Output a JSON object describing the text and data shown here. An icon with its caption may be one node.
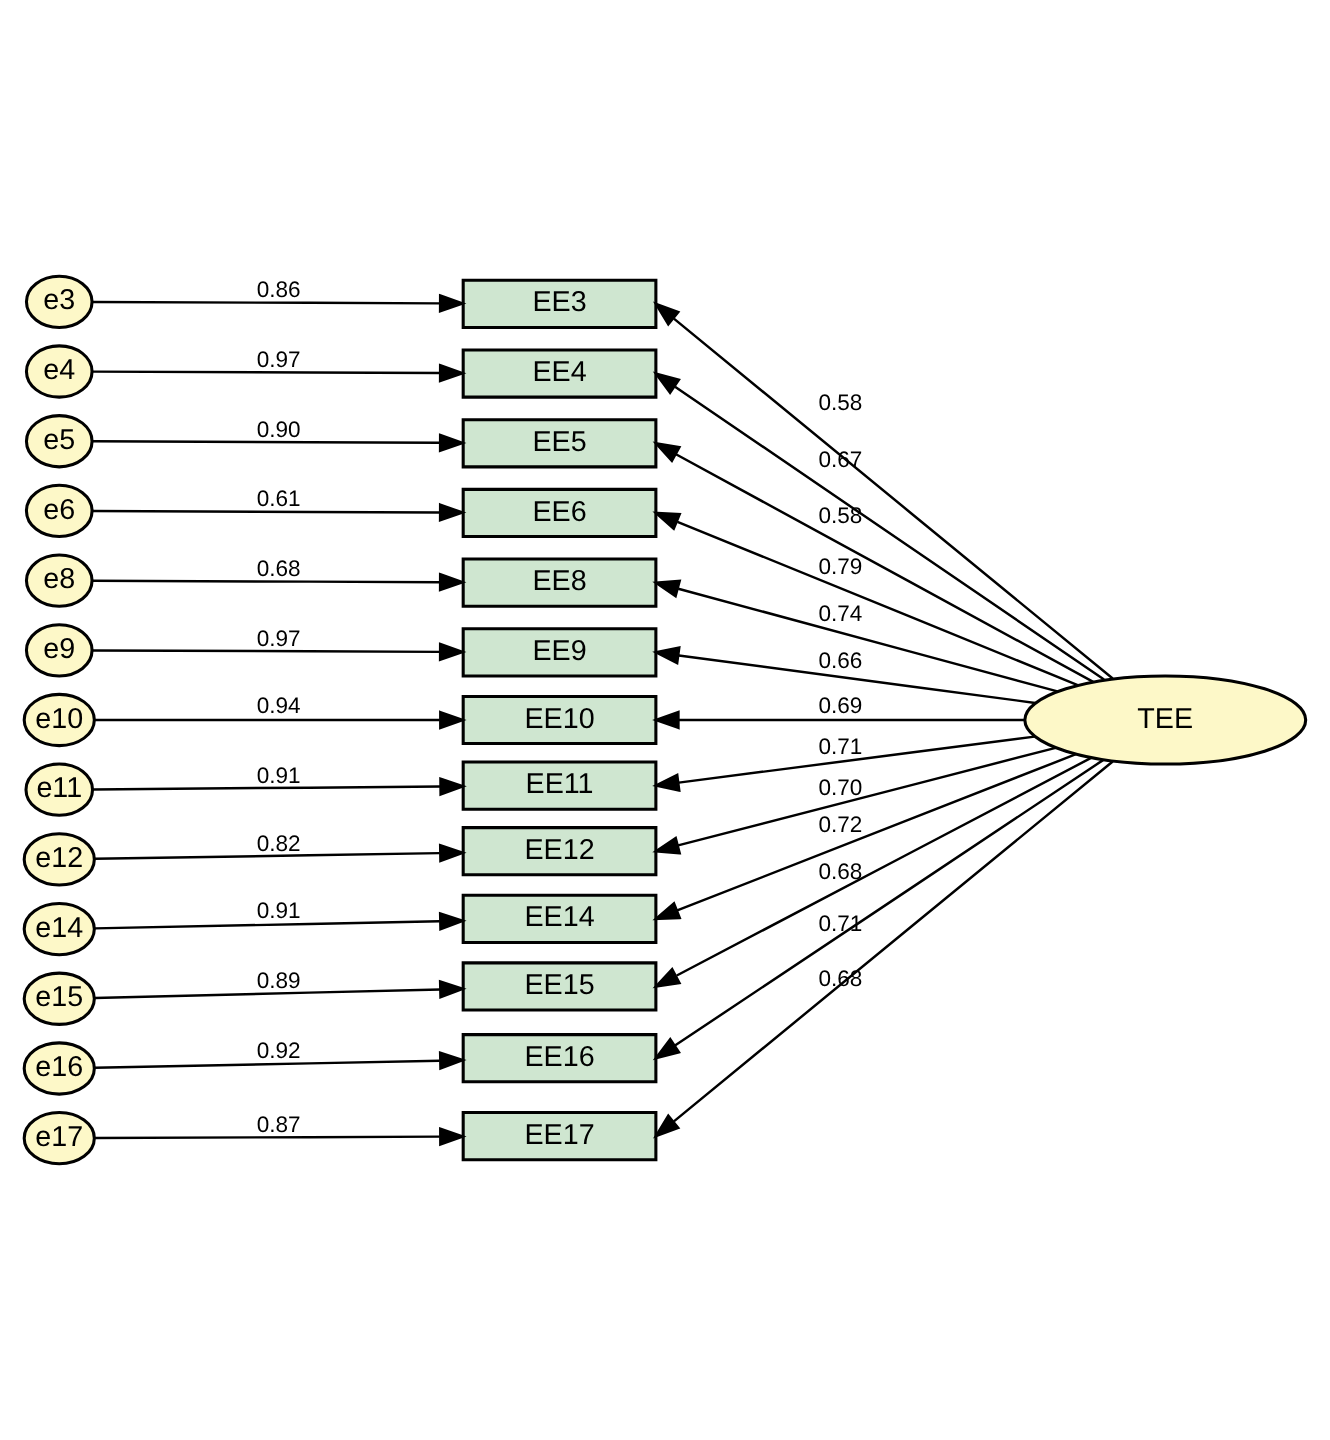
{
  "diagram": {
    "nodes": [
      {
        "text": [
          "e3"
        ]
      },
      {
        "text": [
          "EE3"
        ]
      },
      {
        "text": [
          "e4"
        ]
      },
      {
        "text": [
          "EE4"
        ]
      },
      {
        "text": [
          "e5"
        ]
      },
      {
        "text": [
          "EE5"
        ]
      },
      {
        "text": [
          "e6"
        ]
      },
      {
        "text": [
          "EE6"
        ]
      },
      {
        "text": [
          "e8"
        ]
      },
      {
        "text": [
          "EE8"
        ]
      },
      {
        "text": [
          "e9"
        ]
      },
      {
        "text": [
          "EE9"
        ]
      },
      {
        "text": [
          "e10"
        ]
      },
      {
        "text": [
          "EE10"
        ]
      },
      {
        "text": [
          "e11"
        ]
      },
      {
        "text": [
          "EE11"
        ]
      },
      {
        "text": [
          "e12"
        ]
      },
      {
        "text": [
          "EE12"
        ]
      },
      {
        "text": [
          "e14"
        ]
      },
      {
        "text": [
          "EE14"
        ]
      },
      {
        "text": [
          "e15"
        ]
      },
      {
        "text": [
          "EE15"
        ]
      },
      {
        "text": [
          "e16"
        ]
      },
      {
        "text": [
          "EE16"
        ]
      },
      {
        "text": [
          "e17"
        ]
      },
      {
        "text": [
          "EE17"
        ]
      },
      {
        "text": [
          "TEE"
        ]
      }
    ],
    "edges": [
      {
        "from": 0,
        "to": 1,
        "arrow": "to",
        "label": "0.86"
      },
      {
        "from": 2,
        "to": 3,
        "arrow": "to",
        "label": "0.97"
      },
      {
        "from": 4,
        "to": 5,
        "arrow": "to",
        "label": "0.90"
      },
      {
        "from": 6,
        "to": 7,
        "arrow": "to",
        "label": "0.61"
      },
      {
        "from": 8,
        "to": 9,
        "arrow": "to",
        "label": "0.68"
      },
      {
        "from": 10,
        "to": 11,
        "arrow": "to",
        "label": "0.97"
      },
      {
        "from": 12,
        "to": 13,
        "arrow": "to",
        "label": "0.94"
      },
      {
        "from": 14,
        "to": 15,
        "arrow": "to",
        "label": "0.91"
      },
      {
        "from": 16,
        "to": 17,
        "arrow": "to",
        "label": "0.82"
      },
      {
        "from": 18,
        "to": 19,
        "arrow": "to",
        "label": "0.91"
      },
      {
        "from": 20,
        "to": 21,
        "arrow": "to",
        "label": "0.89"
      },
      {
        "from": 22,
        "to": 23,
        "arrow": "to",
        "label": "0.92"
      },
      {
        "from": 24,
        "to": 25,
        "arrow": "to",
        "label": "0.87"
      },
      {
        "from": 26,
        "to": 1,
        "arrow": "to",
        "label": "0.58"
      },
      {
        "from": 26,
        "to": 3,
        "arrow": "to",
        "label": "0.67"
      },
      {
        "from": 26,
        "to": 5,
        "arrow": "to",
        "label": "0.58"
      },
      {
        "from": 26,
        "to": 7,
        "arrow": "to",
        "label": "0.79"
      },
      {
        "from": 26,
        "to": 9,
        "arrow": "to",
        "label": "0.74"
      },
      {
        "from": 26,
        "to": 11,
        "arrow": "to",
        "label": "0.66"
      },
      {
        "from": 26,
        "to": 13,
        "arrow": "to",
        "label": "0.69"
      },
      {
        "from": 26,
        "to": 15,
        "arrow": "to",
        "label": "0.71"
      },
      {
        "from": 26,
        "to": 17,
        "arrow": "to",
        "label": "0.70"
      },
      {
        "from": 26,
        "to": 19,
        "arrow": "to",
        "label": "0.72"
      },
      {
        "from": 26,
        "to": 21,
        "arrow": "to",
        "label": "0.68"
      },
      {
        "from": 26,
        "to": 23,
        "arrow": "to",
        "label": "0.71"
      },
      {
        "from": 26,
        "to": 25,
        "arrow": "to",
        "label": "0.68"
      }
    ]
  }
}
